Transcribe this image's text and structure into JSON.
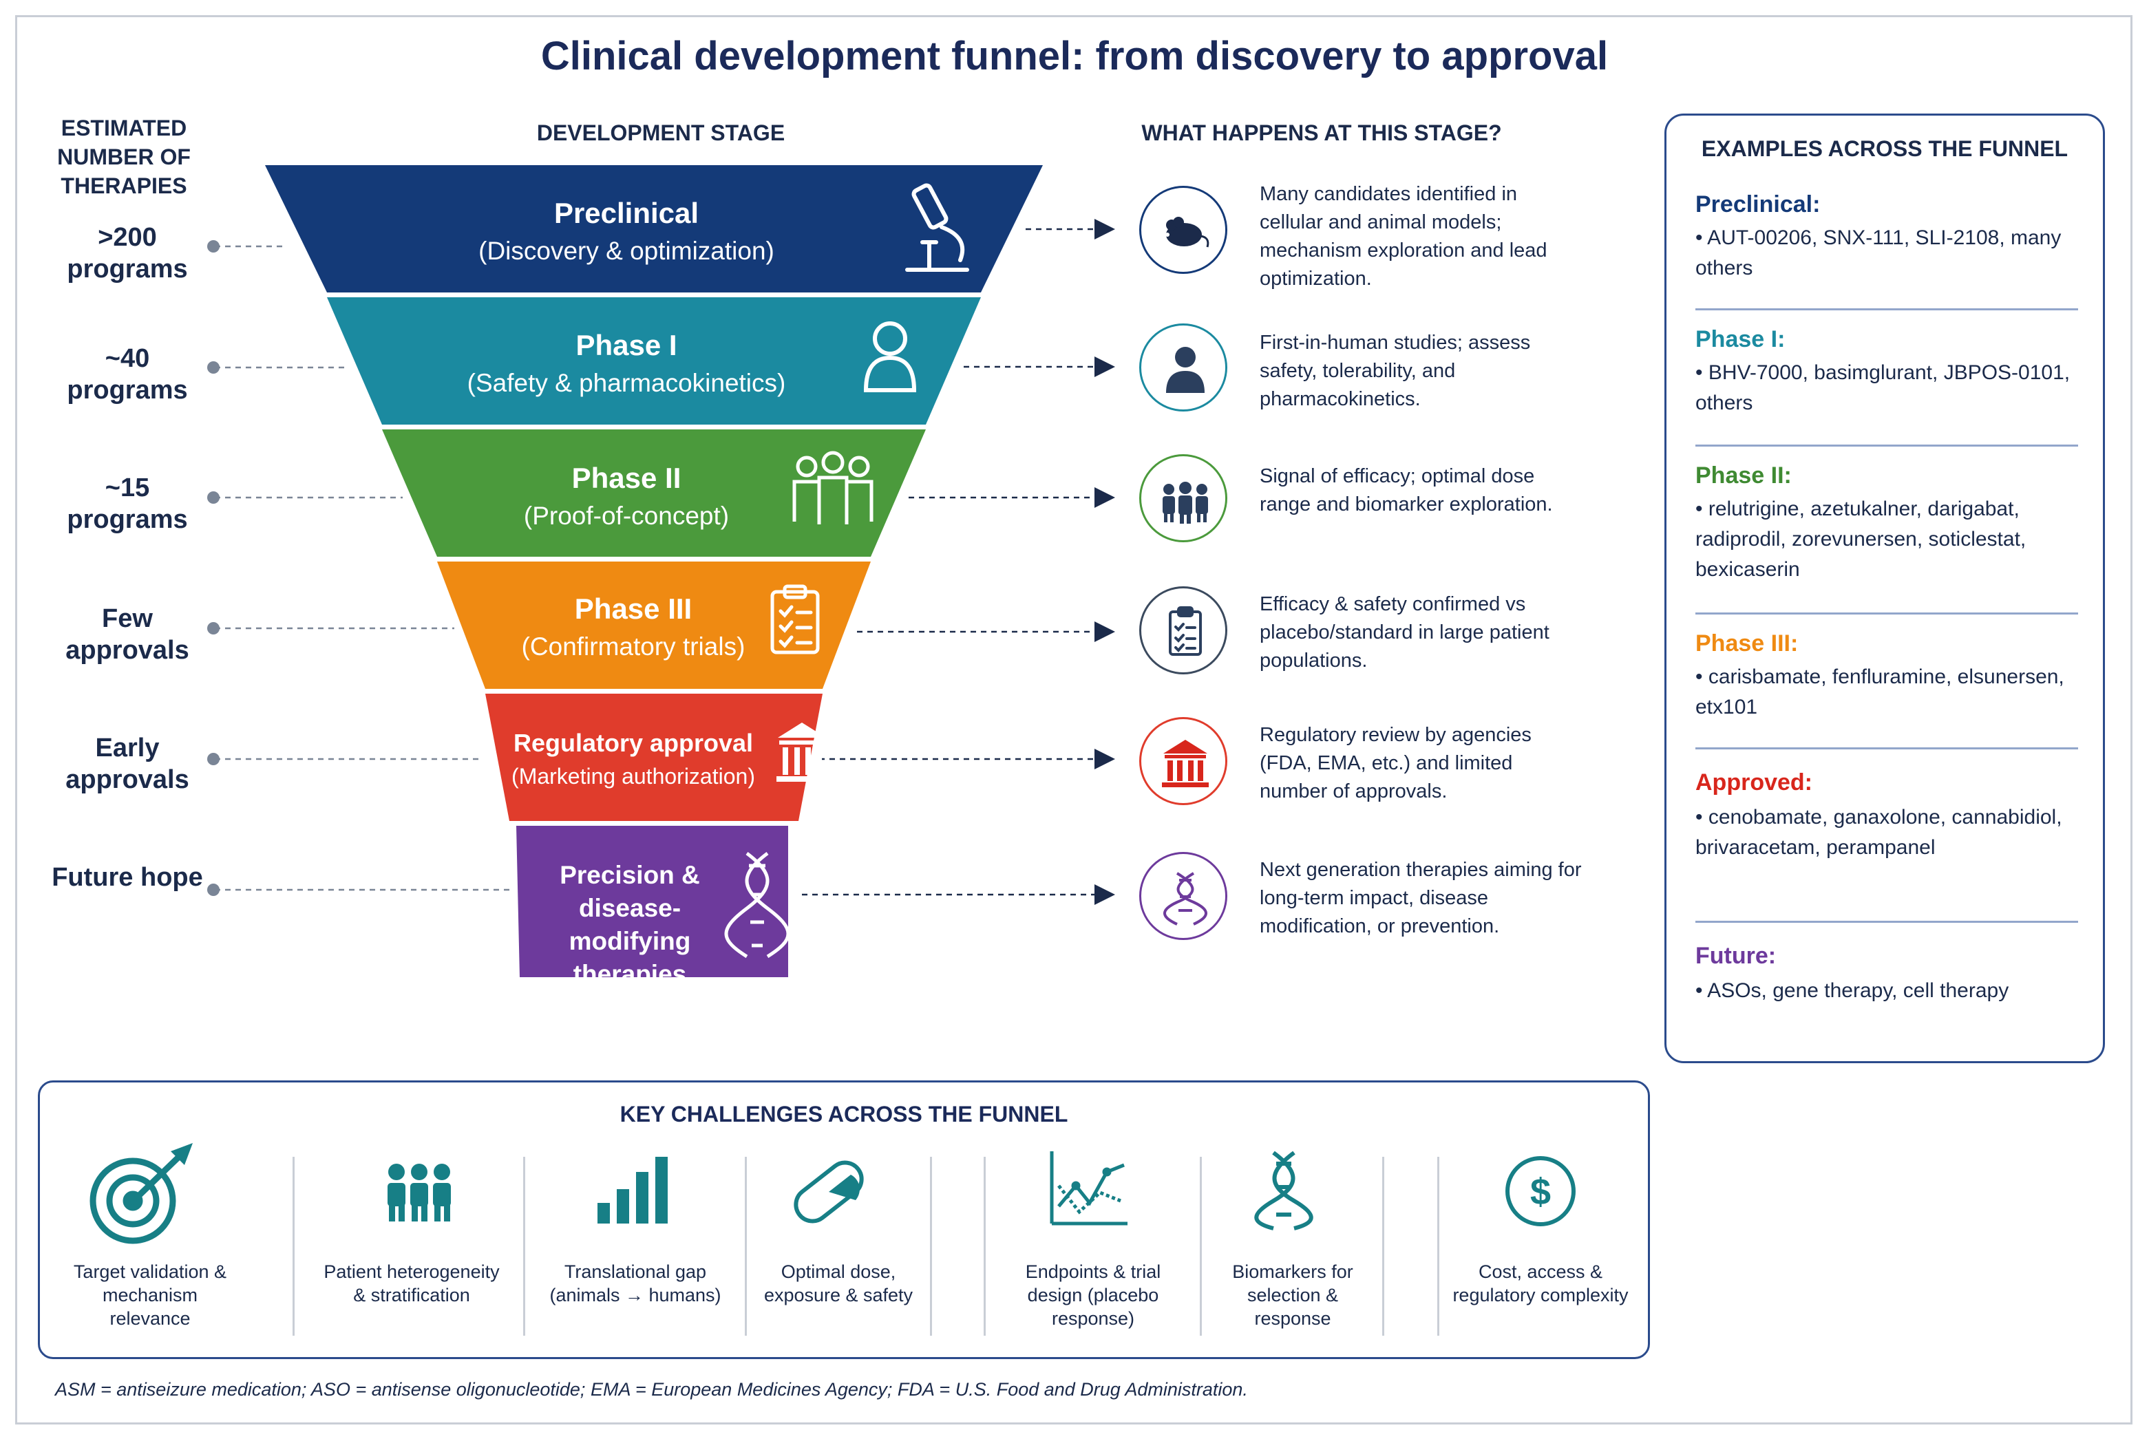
{
  "title": "Clinical development funnel: from discovery to approval",
  "headers": {
    "count_col": "ESTIMATED NUMBER OF THERAPIES",
    "stage_col": "DEVELOPMENT STAGE",
    "what_col": "WHAT HAPPENS AT THIS STAGE?"
  },
  "stages": [
    {
      "count": ">200 programs",
      "name": "Preclinical",
      "sub": "(Discovery & optimization)",
      "color": "#143a78",
      "icon": "microscope-icon",
      "desc_icon": "mouse-icon",
      "desc": "Many candidates identified in cellular and animal models; mechanism exploration and lead optimization."
    },
    {
      "count": "~40 programs",
      "name": "Phase I",
      "sub": "(Safety & pharmacokinetics)",
      "color": "#1b8aa0",
      "icon": "person-icon",
      "desc_icon": "person-icon",
      "desc": "First-in-human studies; assess safety, tolerability, and pharmacokinetics."
    },
    {
      "count": "~15 programs",
      "name": "Phase II",
      "sub": "(Proof-of-concept)",
      "color": "#4b9a3c",
      "icon": "group-icon",
      "desc_icon": "group-icon",
      "desc": "Signal of efficacy; optimal dose range and biomarker exploration."
    },
    {
      "count": "Few approvals",
      "name": "Phase III",
      "sub": "(Confirmatory trials)",
      "color": "#ef8a12",
      "icon": "clipboard-icon",
      "desc_icon": "clipboard-icon",
      "desc": "Efficacy & safety confirmed vs placebo/standard in large patient populations."
    },
    {
      "count": "Early approvals",
      "name": "Regulatory approval",
      "sub": "(Marketing authorization)",
      "color": "#e03c2c",
      "icon": "building-icon",
      "desc_icon": "building-icon",
      "desc": "Regulatory review by agencies (FDA, EMA, etc.) and limited number of approvals."
    },
    {
      "count": "Future hope",
      "name": "Precision & disease-modifying therapies",
      "sub": "",
      "color": "#6d3a9c",
      "icon": "dna-icon",
      "desc_icon": "dna-icon",
      "desc": "Next generation therapies aiming for long-term impact, disease modification, or prevention."
    }
  ],
  "examples": {
    "header": "EXAMPLES ACROSS THE FUNNEL",
    "groups": [
      {
        "label": "Preclinical:",
        "color": "#143a78",
        "items": "• AUT-00206, SNX-111, SLI-2108, many others"
      },
      {
        "label": "Phase I:",
        "color": "#1b8aa0",
        "items": "• BHV-7000, basimglurant, JBPOS-0101, others"
      },
      {
        "label": "Phase II:",
        "color": "#3f8a32",
        "items": "• relutrigine, azetukalner, darigabat, radiprodil, zorevunersen, soticlestat, bexicaserin"
      },
      {
        "label": "Phase III:",
        "color": "#ef8a12",
        "items": "• carisbamate, fenfluramine, elsunersen, etx101"
      },
      {
        "label": "Approved:",
        "color": "#d8261c",
        "items": "• cenobamate, ganaxolone, cannabidiol, brivaracetam, perampanel"
      },
      {
        "label": "Future:",
        "color": "#6d3a9c",
        "items": "• ASOs, gene therapy, cell therapy"
      }
    ]
  },
  "challenges": {
    "header": "KEY CHALLENGES ACROSS THE FUNNEL",
    "color": "#177f86",
    "items": [
      {
        "icon": "target-icon",
        "label": "Target validation & mechanism relevance"
      },
      {
        "icon": "group-icon",
        "label": "Patient heterogeneity & stratification"
      },
      {
        "icon": "bar-chart-icon",
        "label": "Translational gap (animals → humans)"
      },
      {
        "icon": "capsule-icon",
        "label": "Optimal dose, exposure & safety"
      },
      {
        "icon": "trend-chart-icon",
        "label": "Endpoints & trial design (placebo response)"
      },
      {
        "icon": "dna-icon",
        "label": "Biomarkers for selection & response"
      },
      {
        "icon": "dollar-icon",
        "label": "Cost, access & regulatory complexity"
      }
    ]
  },
  "footnote": "ASM = antiseizure medication; ASO = antisense oligonucleotide; EMA = European Medicines Agency; FDA = U.S. Food and Drug Administration."
}
